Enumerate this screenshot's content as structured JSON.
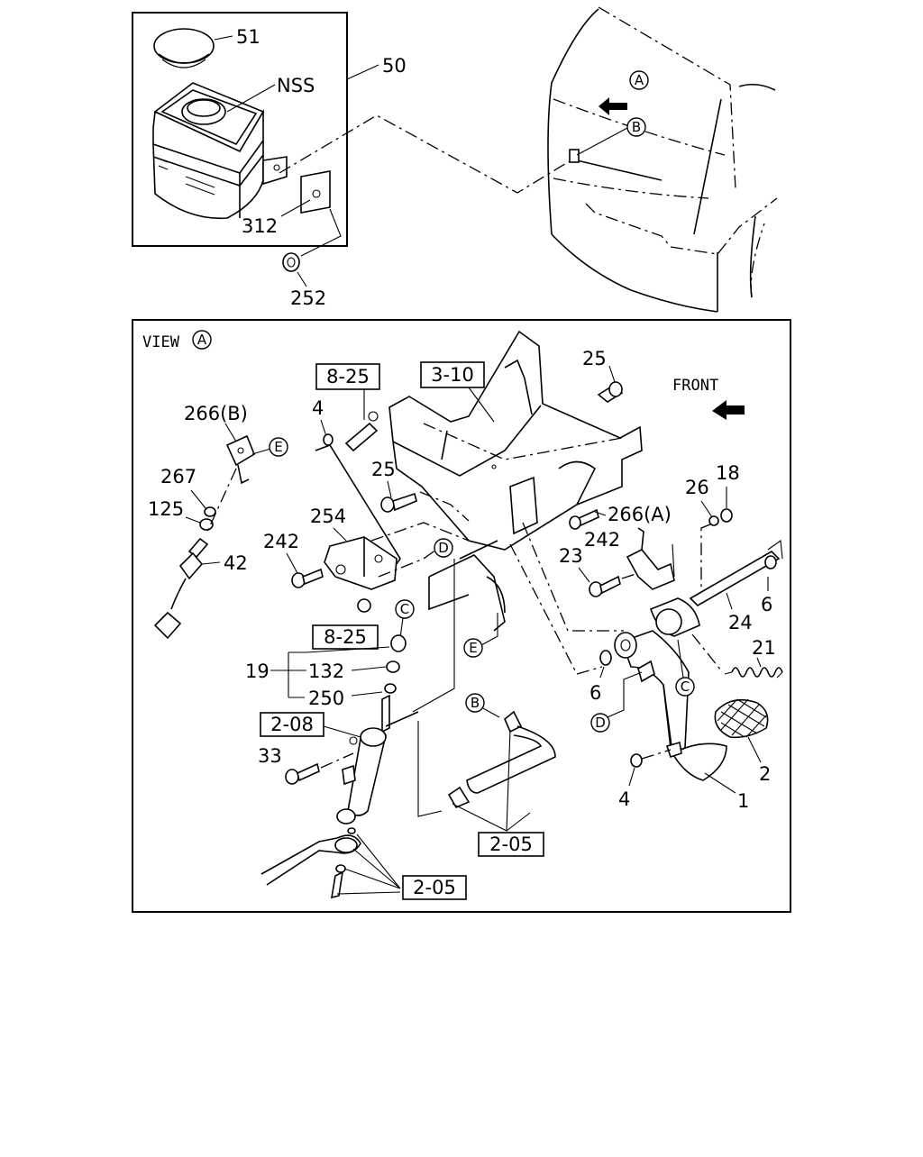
{
  "top_labels": {
    "p51": "51",
    "p50": "50",
    "nss": "NSS",
    "p312": "312",
    "p252": "252"
  },
  "callouts": {
    "a": "A",
    "b": "B",
    "c": "C",
    "d": "D",
    "e": "E"
  },
  "view_label": "VIEW",
  "front_label": "FRONT",
  "boxed_refs": {
    "r3_10": "3-10",
    "r8_25_top": "8-25",
    "r8_25_bottom": "8-25",
    "r2_08": "2-08",
    "r2_05_mid": "2-05",
    "r2_05_bottom": "2-05"
  },
  "parts": {
    "p25_top": "25",
    "p4_top": "4",
    "p266b": "266(B)",
    "p267": "267",
    "p125": "125",
    "p42": "42",
    "p25_mid": "25",
    "p254": "254",
    "p242_left": "242",
    "p266a": "266(A)",
    "p242_right": "242",
    "p26": "26",
    "p18": "18",
    "p23": "23",
    "p6_right": "6",
    "p24": "24",
    "p21": "21",
    "p19": "19",
    "p132": "132",
    "p250": "250",
    "p33": "33",
    "p6_left": "6",
    "p2": "2",
    "p4_bottom": "4",
    "p1": "1"
  }
}
